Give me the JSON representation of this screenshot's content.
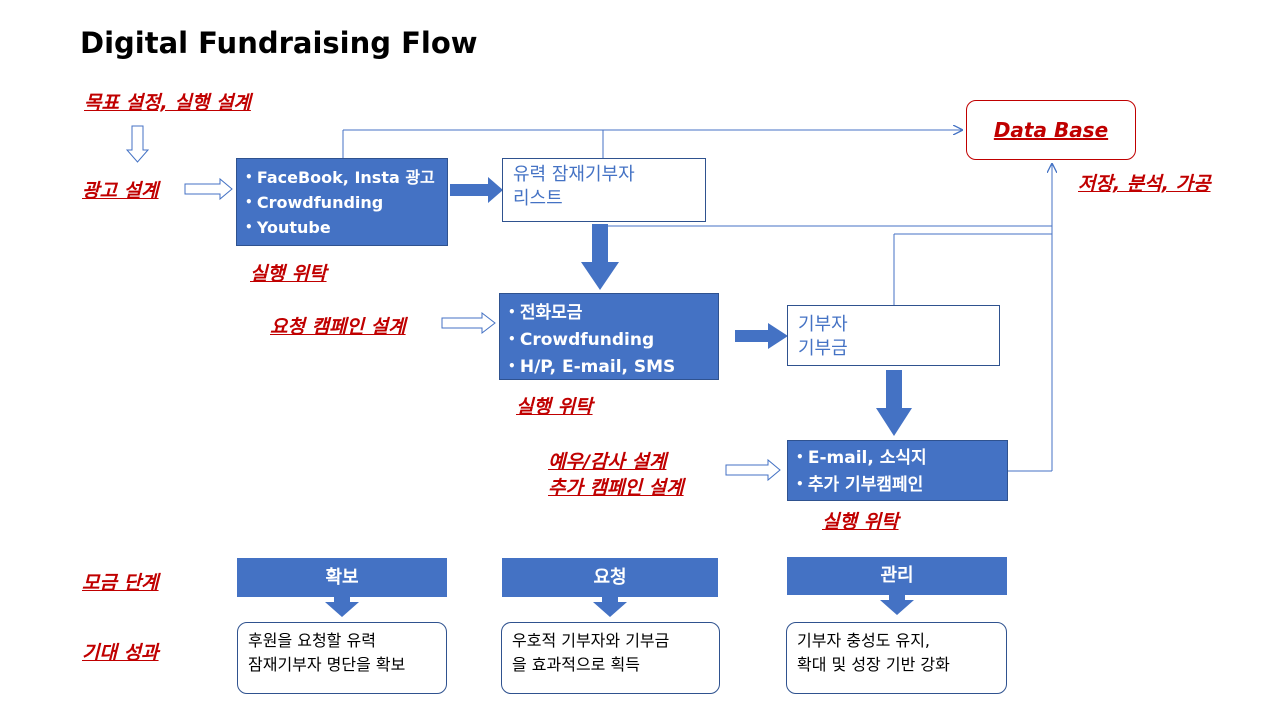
{
  "title": "Digital Fundraising Flow",
  "labels": {
    "goal_setting": "목표 설정, 실행 설계",
    "ad_design": "광고 설계",
    "exec_1": "실행 위탁",
    "request_campaign": "요청 캠페인 설계",
    "exec_2": "실행 위탁",
    "courtesy_line1": "예우/감사 설계",
    "courtesy_line2": "추가 캠페인 설계",
    "exec_3": "실행 위탁",
    "storage": "저장, 분석, 가공",
    "stage_row": "모금 단계",
    "outcome_row": "기대 성과"
  },
  "database": {
    "label": "Data Base"
  },
  "boxes": {
    "ads": {
      "items": [
        "FaceBook, Insta 광고",
        "Crowdfunding",
        "Youtube"
      ]
    },
    "prospects": {
      "line1": "유력 잠재기부자",
      "line2": " 리스트"
    },
    "solicitation": {
      "items": [
        "전화모금",
        "Crowdfunding",
        "H/P, E-mail, SMS"
      ]
    },
    "donors": {
      "line1": "기부자",
      "line2": "기부금"
    },
    "stewardship": {
      "items": [
        "E-mail, 소식지",
        "추가 기부캠페인"
      ]
    }
  },
  "stages": [
    {
      "label": "확보",
      "outcome_line1": "후원을 요청할 유력",
      "outcome_line2": "잠재기부자 명단을 확보"
    },
    {
      "label": "요청",
      "outcome_line1": "우호적 기부자와 기부금",
      "outcome_line2": "을 효과적으로 획득"
    },
    {
      "label": "관리",
      "outcome_line1": "기부자 충성도 유지,",
      "outcome_line2": "확대 및 성장 기반 강화"
    }
  ],
  "colors": {
    "accent_blue": "#4472c4",
    "label_red": "#c00000"
  }
}
